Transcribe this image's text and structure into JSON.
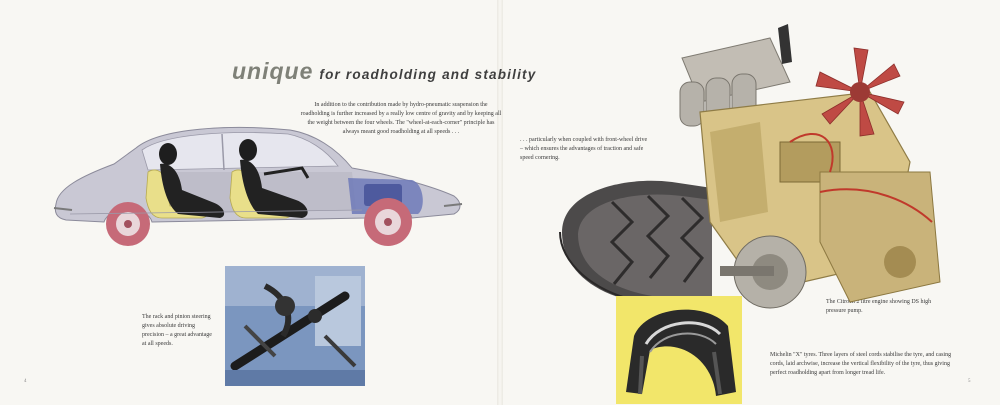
{
  "headline": {
    "emphasis": "unique",
    "rest": "for roadholding and stability"
  },
  "intro_text": "In addition to the contribution made by hydro-pneumatic suspension the roadholding is further increased by a really low centre of gravity and by keeping all the weight between the four wheels. The \"wheel-at-each-corner\" principle has always meant good roadholding at all speeds . . .",
  "continuation_text": ". . . particularly when coupled with front-wheel drive – which ensures the advantages of traction and safe speed cornering.",
  "rack_caption": "The rack and pinion steering gives absolute driving precision – a great advantage at all speeds.",
  "engine_caption": "The Citroen 2 litre engine showing DS high pressure pump.",
  "tyre_caption": "Michelin \"X\" tyres. Three layers of steel cords stabilise the tyre, and casing cords, laid archwise, increase the vertical flexibility of the tyre, thus giving perfect roadholding apart from longer tread life.",
  "page_numbers": {
    "left": "4",
    "right": "5"
  },
  "colors": {
    "car_body": "#c9c8d4",
    "wheel_red": "#c66a78",
    "seat_yellow": "#e9df8a",
    "engine_cream": "#d9c488",
    "fan_red": "#bf4a44",
    "tyre_box_yellow": "#f2e66a",
    "photo_blue": "#7b96bf"
  }
}
